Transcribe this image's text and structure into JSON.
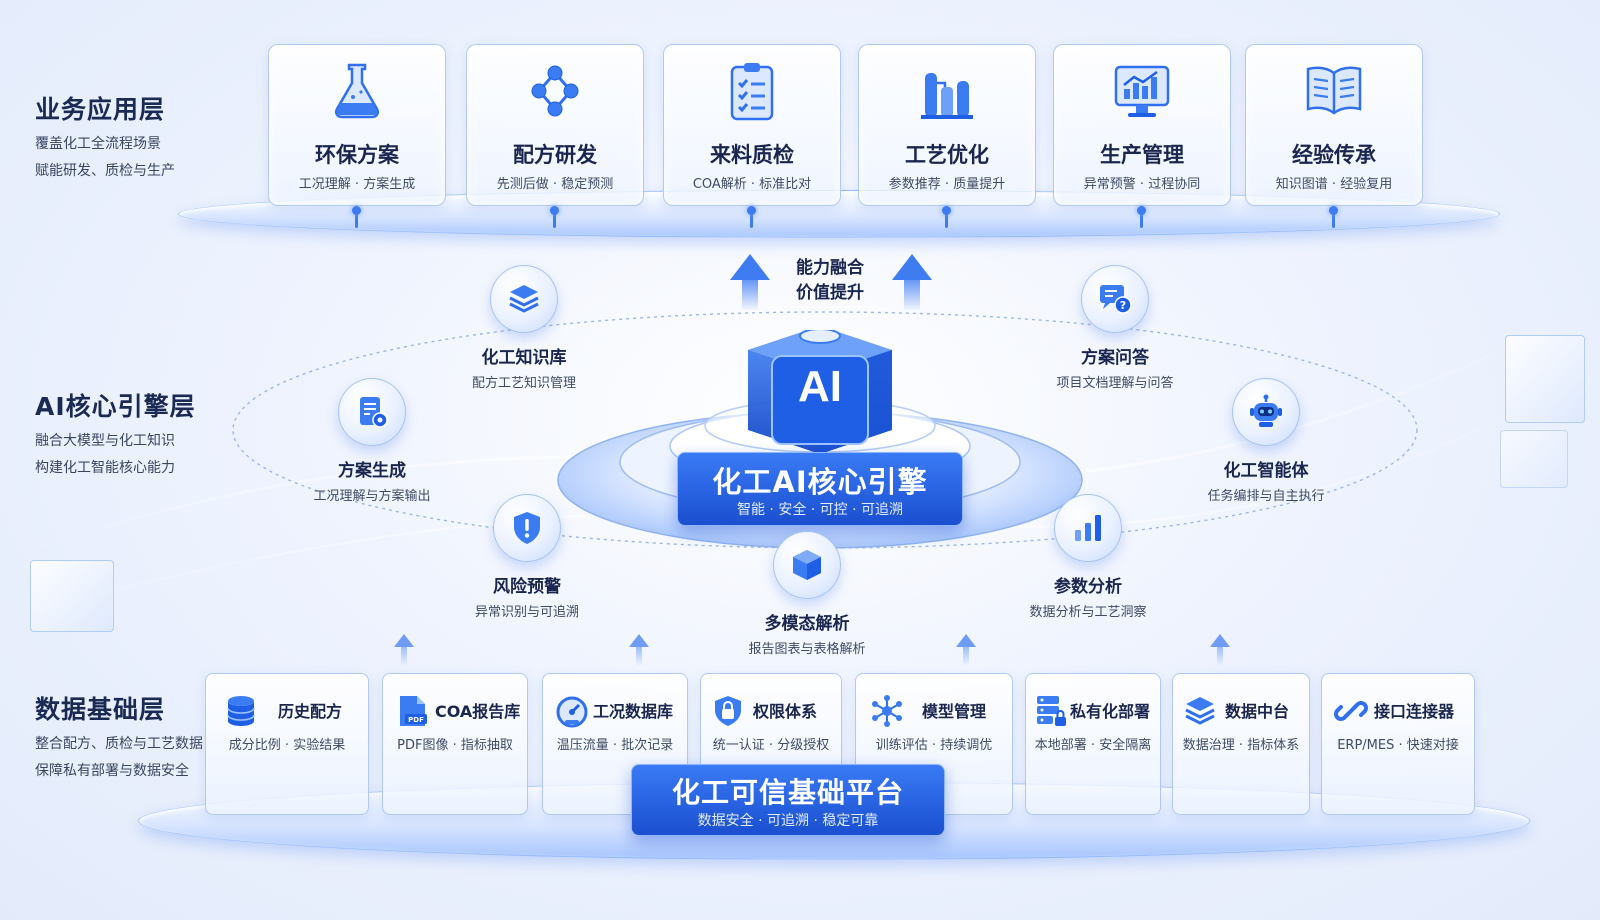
{
  "layers": {
    "business": {
      "title": "业务应用层",
      "desc1": "覆盖化工全流程场景",
      "desc2": "赋能研发、质检与生产"
    },
    "ai": {
      "title": "AI核心引擎层",
      "desc1": "融合大模型与化工知识",
      "desc2": "构建化工智能核心能力"
    },
    "data": {
      "title": "数据基础层",
      "desc1": "整合配方、质检与工艺数据",
      "desc2": "保障私有部署与数据安全"
    }
  },
  "top_cards": [
    {
      "title": "环保方案",
      "sub": "工况理解 · 方案生成",
      "icon": "flask-icon"
    },
    {
      "title": "配方研发",
      "sub": "先测后做 · 稳定预测",
      "icon": "molecule-icon"
    },
    {
      "title": "来料质检",
      "sub": "COA解析 · 标准比对",
      "icon": "clipboard-icon"
    },
    {
      "title": "工艺优化",
      "sub": "参数推荐 · 质量提升",
      "icon": "factory-icon"
    },
    {
      "title": "生产管理",
      "sub": "异常预警 · 过程协同",
      "icon": "monitor-chart-icon"
    },
    {
      "title": "经验传承",
      "sub": "知识图谱 · 经验复用",
      "icon": "book-icon"
    }
  ],
  "fusion": {
    "line1": "能力融合",
    "line2": "价值提升"
  },
  "core": {
    "badge": "AI",
    "title": "化工AI核心引擎",
    "sub": "智能 · 安全 · 可控 · 可追溯"
  },
  "nodes": {
    "kb": {
      "title": "化工知识库",
      "sub": "配方工艺知识管理",
      "icon": "layers-icon"
    },
    "qa": {
      "title": "方案问答",
      "sub": "项目文档理解与问答",
      "icon": "chat-question-icon"
    },
    "gen": {
      "title": "方案生成",
      "sub": "工况理解与方案输出",
      "icon": "document-gear-icon"
    },
    "agent": {
      "title": "化工智能体",
      "sub": "任务编排与自主执行",
      "icon": "robot-icon"
    },
    "risk": {
      "title": "风险预警",
      "sub": "异常识别与可追溯",
      "icon": "shield-alert-icon"
    },
    "param": {
      "title": "参数分析",
      "sub": "数据分析与工艺洞察",
      "icon": "bar-chart-icon"
    },
    "multi": {
      "title": "多模态解析",
      "sub": "报告图表与表格解析",
      "icon": "cube-icon"
    }
  },
  "bottom_cards": [
    {
      "title": "历史配方",
      "sub": "成分比例 · 实验结果",
      "icon": "database-icon"
    },
    {
      "title": "COA报告库",
      "sub": "PDF图像 · 指标抽取",
      "icon": "pdf-file-icon"
    },
    {
      "title": "工况数据库",
      "sub": "温压流量 · 批次记录",
      "icon": "gauge-icon"
    },
    {
      "title": "权限体系",
      "sub": "统一认证 · 分级授权",
      "icon": "lock-shield-icon"
    },
    {
      "title": "模型管理",
      "sub": "训练评估 · 持续调优",
      "icon": "network-icon"
    },
    {
      "title": "私有化部署",
      "sub": "本地部署 · 安全隔离",
      "icon": "server-lock-icon"
    },
    {
      "title": "数据中台",
      "sub": "数据治理 · 指标体系",
      "icon": "stack-icon"
    },
    {
      "title": "接口连接器",
      "sub": "ERP/MES · 快速对接",
      "icon": "link-icon"
    }
  ],
  "platform": {
    "title": "化工可信基础平台",
    "sub": "数据安全 · 可追溯 · 稳定可靠"
  },
  "colors": {
    "accent": "#2f6ff0",
    "deep": "#1b2650",
    "banner": "#1f5fe6"
  }
}
